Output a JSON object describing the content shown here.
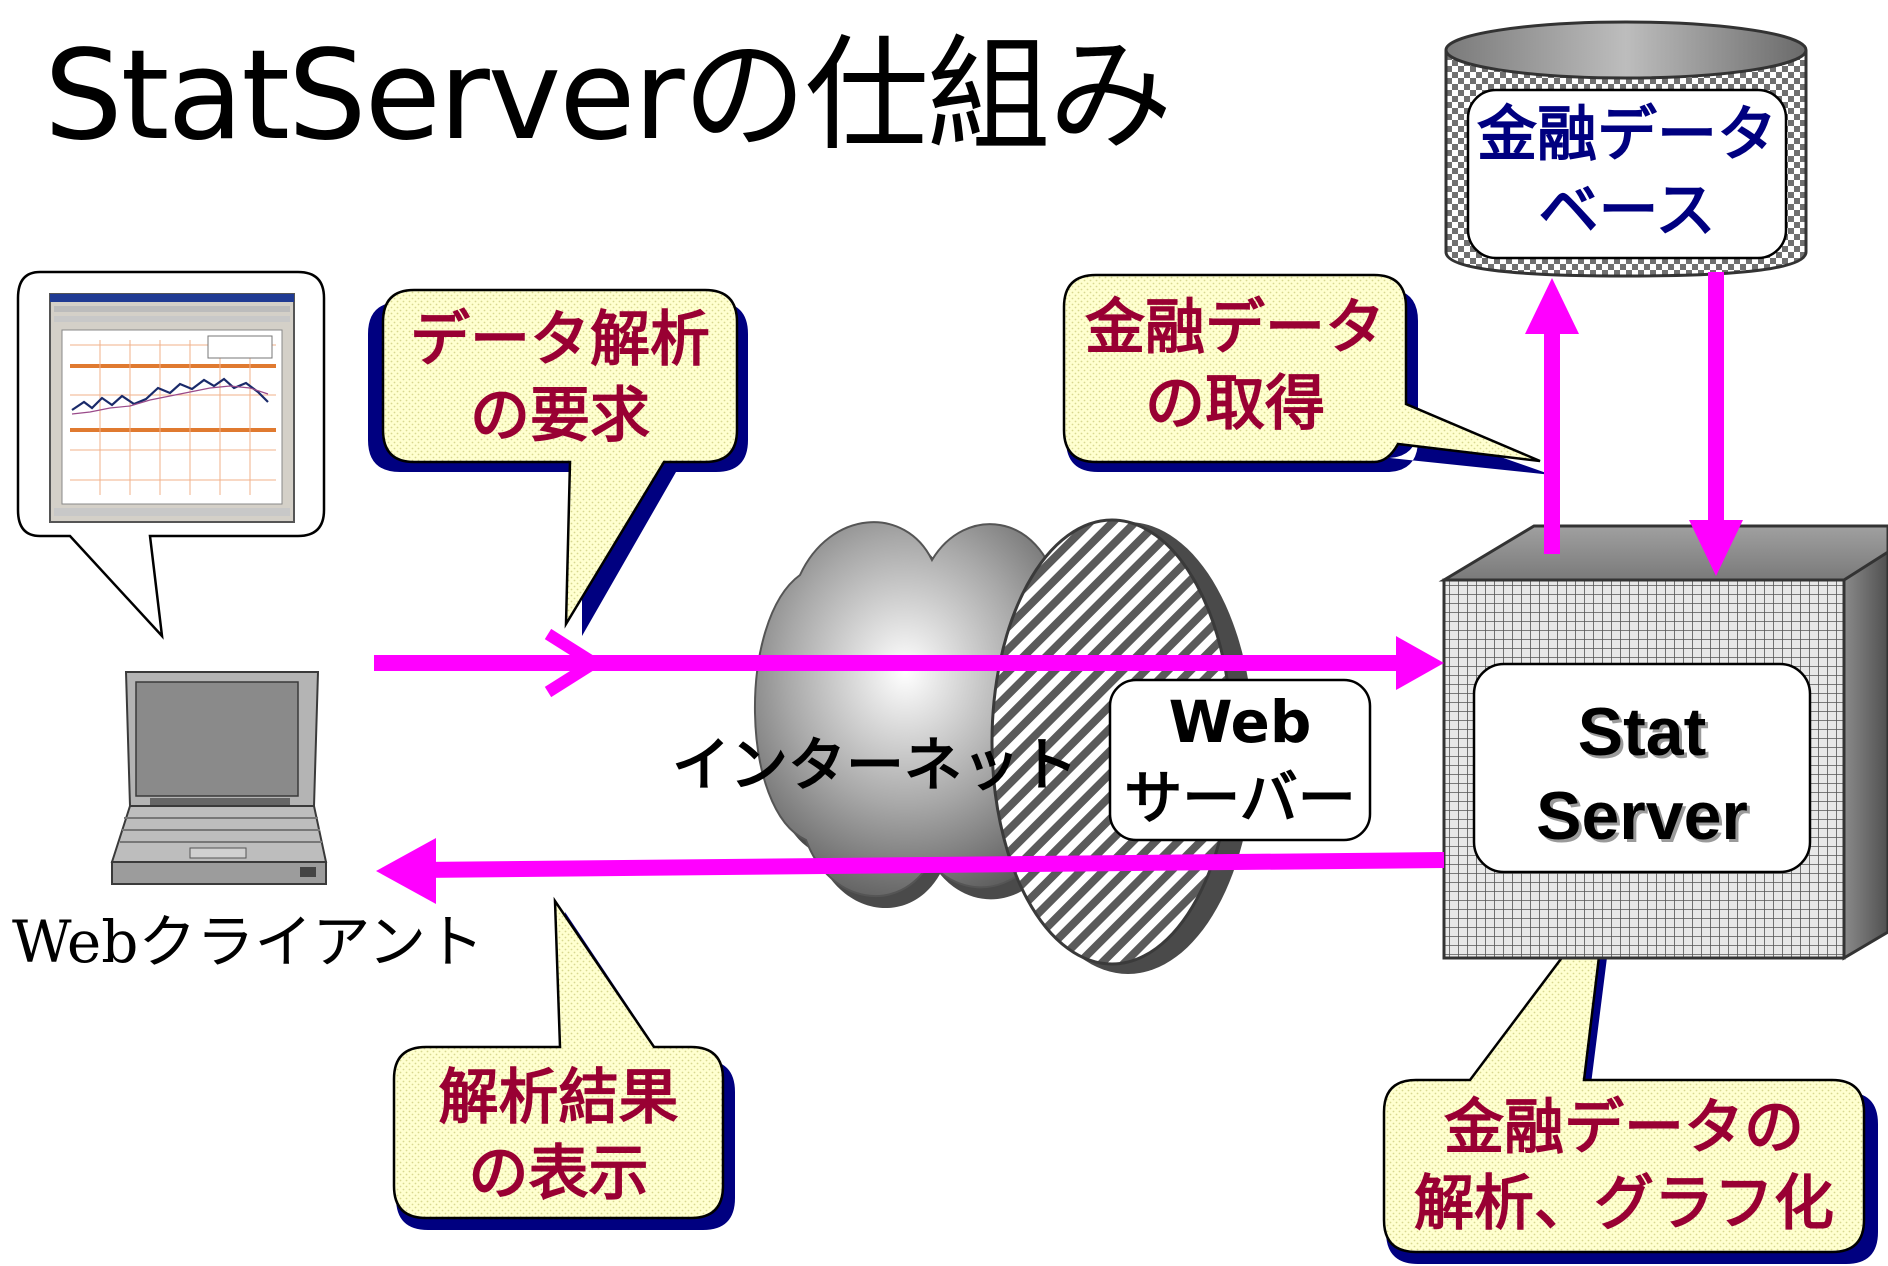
{
  "title": "StatServerの仕組み",
  "client": {
    "label": "Webクライアント"
  },
  "internet": {
    "label": "インターネット"
  },
  "webserver": {
    "line1": "Web",
    "line2": "サーバー"
  },
  "statserver": {
    "line1": "Stat",
    "line2": "Server"
  },
  "database": {
    "line1": "金融データ",
    "line2": "ベース"
  },
  "callouts": {
    "request": {
      "line1": "データ解析",
      "line2": "の要求"
    },
    "fetch": {
      "line1": "金融データ",
      "line2": "の取得"
    },
    "result": {
      "line1": "解析結果",
      "line2": "の表示"
    },
    "analysis": {
      "line1": "金融データの",
      "line2": "解析、グラフ化"
    }
  },
  "colors": {
    "arrow": "#ff00ff",
    "callout_text": "#990033",
    "db_text": "#000080",
    "callout_fill": "#ffffcc",
    "shadow": "#000080"
  }
}
